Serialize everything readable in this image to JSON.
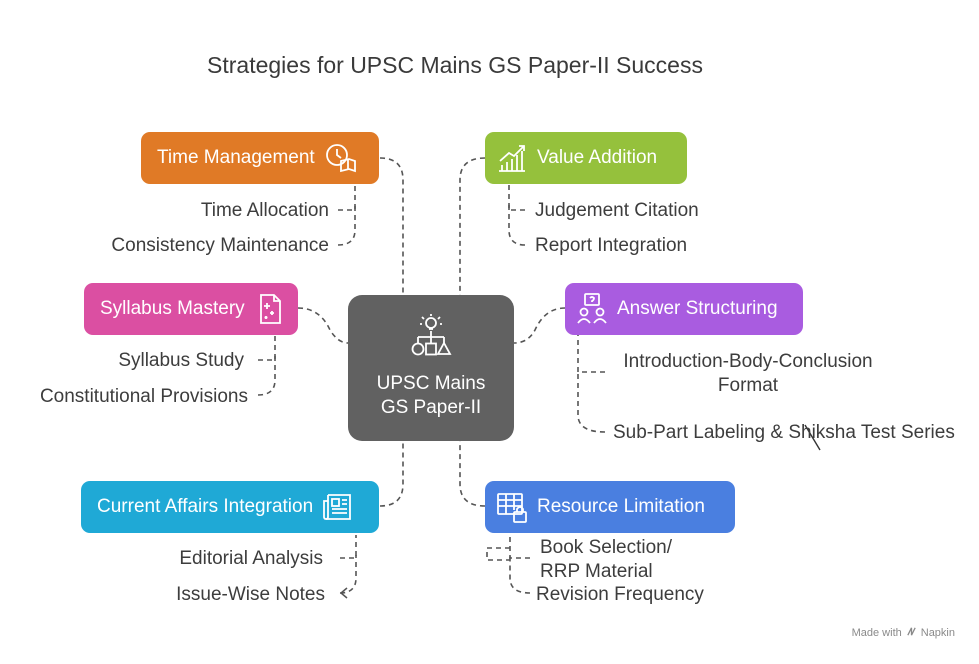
{
  "title": "Strategies for UPSC Mains GS Paper-II Success",
  "center": {
    "line1": "UPSC Mains",
    "line2": "GS Paper-II",
    "icon": "idea-shapes-icon",
    "color": "#616161"
  },
  "branches": [
    {
      "id": "time",
      "label": "Time Management",
      "color": "#E07A26",
      "icon": "clock-book-icon",
      "subs": [
        "Time Allocation",
        "Consistency Maintenance"
      ]
    },
    {
      "id": "value",
      "label": "Value Addition",
      "color": "#95C13C",
      "icon": "growth-chart-icon",
      "subs": [
        "Judgement Citation",
        "Report Integration"
      ]
    },
    {
      "id": "syllabus",
      "label": "Syllabus Mastery",
      "color": "#DB4FA2",
      "icon": "document-sparkle-icon",
      "subs": [
        "Syllabus Study",
        "Constitutional Provisions"
      ]
    },
    {
      "id": "answer",
      "label": "Answer Structuring",
      "color": "#A95CE0",
      "icon": "people-question-icon",
      "subs": [
        "Introduction-Body-Conclusion",
        "Format",
        "Sub-Part Labeling & Shiksha Test Series"
      ]
    },
    {
      "id": "current",
      "label": "Current Affairs Integration",
      "color": "#1FA9D6",
      "icon": "newspaper-icon",
      "subs": [
        "Editorial Analysis",
        "Issue-Wise Notes"
      ]
    },
    {
      "id": "resource",
      "label": "Resource Limitation",
      "color": "#4A7FE0",
      "icon": "table-lock-icon",
      "subs": [
        "Book Selection/",
        "RRP Material",
        "Revision Frequency"
      ]
    }
  ],
  "footer": {
    "made_with": "Made with",
    "brand": "Napkin"
  }
}
